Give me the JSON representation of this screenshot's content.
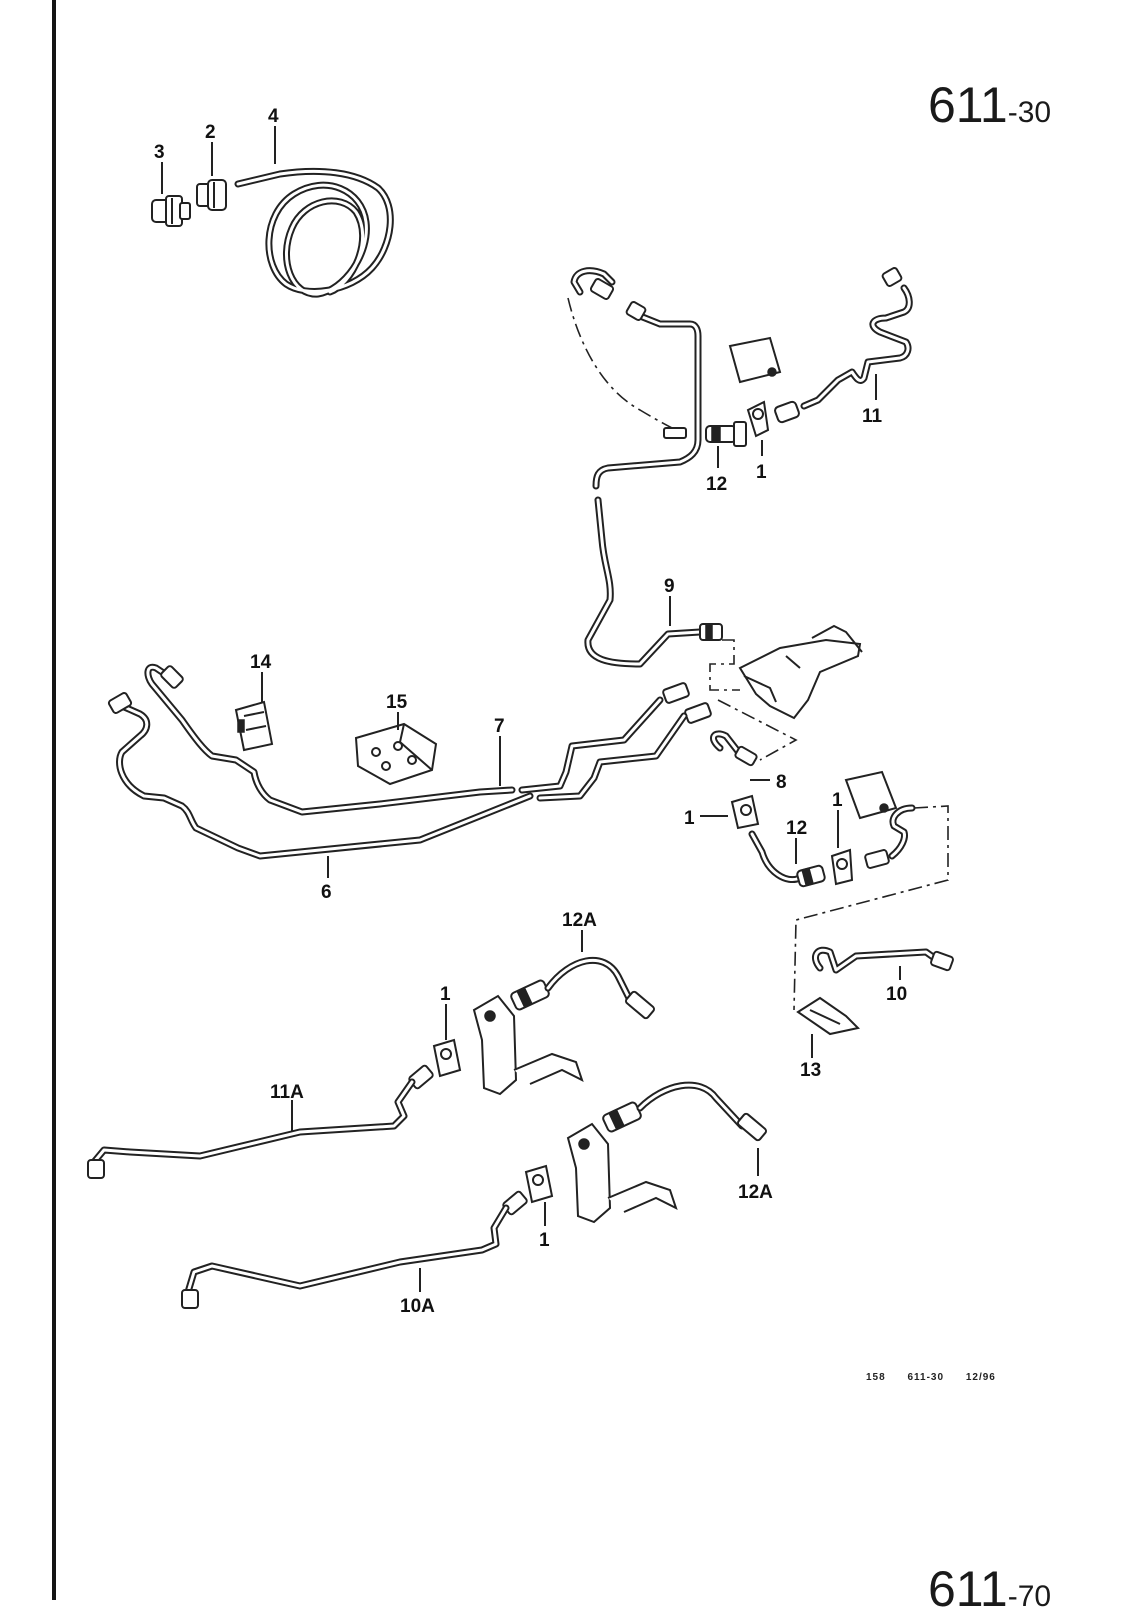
{
  "page": {
    "number_top": {
      "main": "611",
      "suffix": "-30"
    },
    "number_bottom": {
      "main": "611",
      "suffix": "-70"
    },
    "footer": {
      "code1": "158",
      "code2": "611-30",
      "code3": "12/96"
    }
  },
  "callouts": {
    "c1a": "1",
    "c1b": "1",
    "c1c": "1",
    "c1d": "1",
    "c1e": "1",
    "c2": "2",
    "c3": "3",
    "c4": "4",
    "c6": "6",
    "c7": "7",
    "c8": "8",
    "c9": "9",
    "c10": "10",
    "c10A": "10A",
    "c11": "11",
    "c11A": "11A",
    "c12a": "12",
    "c12b": "12",
    "c12Aa": "12A",
    "c12Ab": "12A",
    "c13": "13",
    "c14": "14",
    "c15": "15"
  }
}
